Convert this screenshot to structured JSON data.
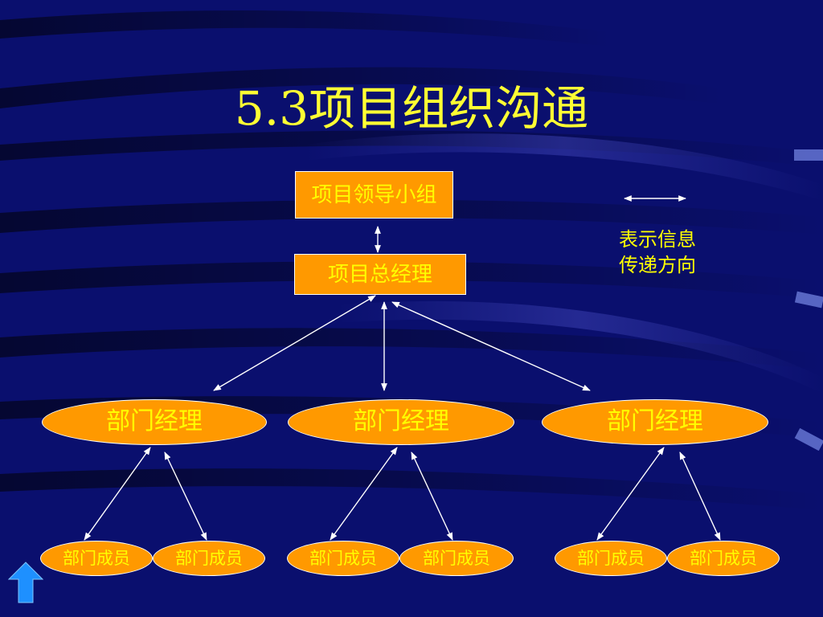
{
  "slide": {
    "title": "5.3项目组织沟通"
  },
  "nodes": {
    "leadership_group": "项目领导小组",
    "general_manager": "项目总经理",
    "dept_managers": [
      "部门经理",
      "部门经理",
      "部门经理"
    ],
    "dept_members": [
      "部门成员",
      "部门成员",
      "部门成员",
      "部门成员",
      "部门成员",
      "部门成员"
    ]
  },
  "legend": {
    "line1": "表示信息",
    "line2": "传递方向"
  },
  "colors": {
    "background": "#0a0f6e",
    "node_fill": "#ff9900",
    "node_text": "#ffff00",
    "title_text": "#ffff33",
    "connector": "#ffffff",
    "nav_button": "#1e90ff"
  },
  "icons": {
    "nav": "up-arrow-icon"
  }
}
